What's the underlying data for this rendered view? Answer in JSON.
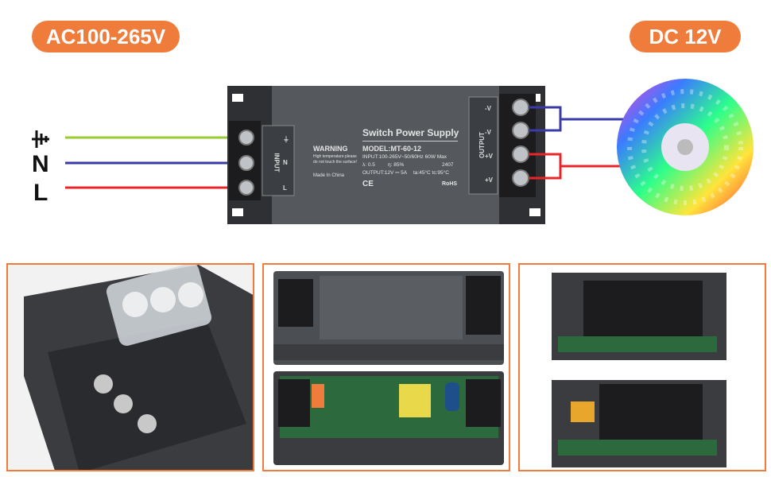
{
  "header": {
    "input_badge": "AC100-265V",
    "output_badge": "DC 12V"
  },
  "wires": {
    "ground_symbol": "ground-icon",
    "neutral_label": "N",
    "line_label": "L",
    "colors": {
      "ground": "#9acd32",
      "neutral": "#3a3aa8",
      "line": "#e8262a"
    }
  },
  "psu": {
    "title": "Switch Power Supply",
    "warning": "WARNING",
    "warning_note_1": "High temperature please",
    "warning_note_2": "do not touch the surface!",
    "made_in": "Made In China",
    "model": "MODEL:MT-60-12",
    "input_spec": "INPUT:100-265V~50/60Hz   60W Max",
    "pf": "λ: 0.5",
    "eff": "η: 85%",
    "code": "2407",
    "output_spec": "OUTPUT:12V ⎓ 5A",
    "temps": "ta:45°C  tc:95°C",
    "cert_ce": "CE",
    "cert_rohs": "RoHS",
    "input_terminal_label": "INPUT",
    "input_terminal_pins": [
      "⏚",
      "N",
      "L"
    ],
    "output_terminal_label": "OUTPUT",
    "output_terminal_pins": [
      "-V",
      "-V",
      "+V",
      "+V"
    ]
  },
  "accent_color": "#f07c3c"
}
